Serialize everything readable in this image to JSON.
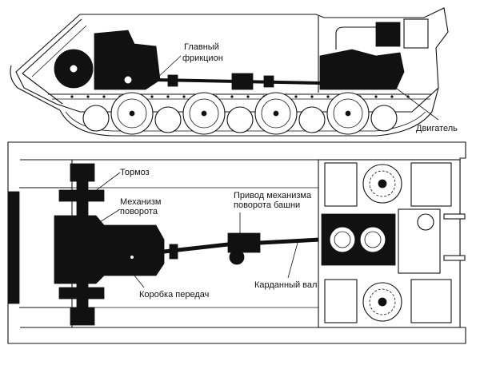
{
  "labels": {
    "main_clutch_1": "Главный",
    "main_clutch_2": "фрикцион",
    "engine": "Двигатель",
    "brake": "Тормоз",
    "steering_1": "Механизм",
    "steering_2": "поворота",
    "turret_drive_1": "Привод механизма",
    "turret_drive_2": "поворота башни",
    "gearbox": "Коробка передач",
    "cardan_shaft": "Карданный вал"
  }
}
